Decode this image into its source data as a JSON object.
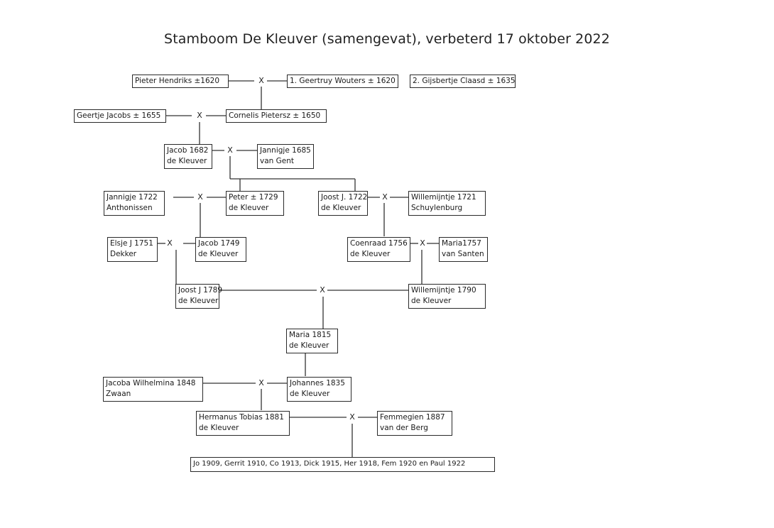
{
  "title": "Stamboom De Kleuver (samengevat), verbeterd 17 oktober 2022",
  "marriage_symbol": "X",
  "people": {
    "pieter": [
      "Pieter Hendriks ±1620"
    ],
    "geertruy": [
      "1. Geertruy Wouters ± 1620"
    ],
    "gijsbertje": [
      "2. Gijsbertje Claasd ± 1635"
    ],
    "geertje": [
      "Geertje Jacobs  ± 1655"
    ],
    "cornelis": [
      "Cornelis Pietersz ± 1650"
    ],
    "jacob1682": [
      "Jacob 1682",
      "de Kleuver"
    ],
    "jannigje1685": [
      "Jannigje 1685",
      "van Gent"
    ],
    "jannigje1722": [
      "Jannigje 1722",
      "Anthonissen"
    ],
    "peter1729": [
      "Peter ± 1729",
      "de Kleuver"
    ],
    "joost1722": [
      "Joost J. 1722",
      "de Kleuver"
    ],
    "willemijntje1721": [
      "Willemijntje 1721",
      "Schuylenburg"
    ],
    "elsje1751": [
      "Elsje J 1751",
      "Dekker"
    ],
    "jacob1749": [
      "Jacob 1749",
      "de Kleuver"
    ],
    "coenraad1756": [
      "Coenraad 1756",
      "de Kleuver"
    ],
    "maria1757": [
      "Maria1757",
      "van Santen"
    ],
    "joost1789": [
      "Joost J 1789",
      "de Kleuver"
    ],
    "willemijntje1790": [
      "Willemijntje 1790",
      "de Kleuver"
    ],
    "maria1815": [
      "Maria 1815",
      "de Kleuver"
    ],
    "jacoba1848": [
      "Jacoba Wilhelmina 1848",
      "Zwaan"
    ],
    "johannes1835": [
      "Johannes 1835",
      "de Kleuver"
    ],
    "hermanus1881": [
      "Hermanus Tobias 1881",
      "de Kleuver"
    ],
    "femmegien1887": [
      "Femmegien 1887",
      "van der Berg"
    ],
    "children1909": [
      "Jo 1909, Gerrit 1910, Co 1913, Dick 1915, Her 1918, Fem 1920 en Paul 1922"
    ]
  }
}
